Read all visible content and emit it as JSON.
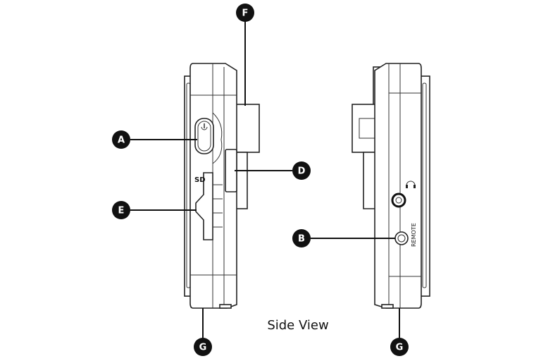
{
  "title": "Side View",
  "labels": {
    "a": "A",
    "b": "B",
    "d": "D",
    "e": "E",
    "f": "F",
    "g_left": "G",
    "g_right": "G"
  },
  "device_text": {
    "sd": "SD",
    "remote": "REMOTE"
  },
  "colors": {
    "line": "#111111",
    "background": "#ffffff"
  }
}
